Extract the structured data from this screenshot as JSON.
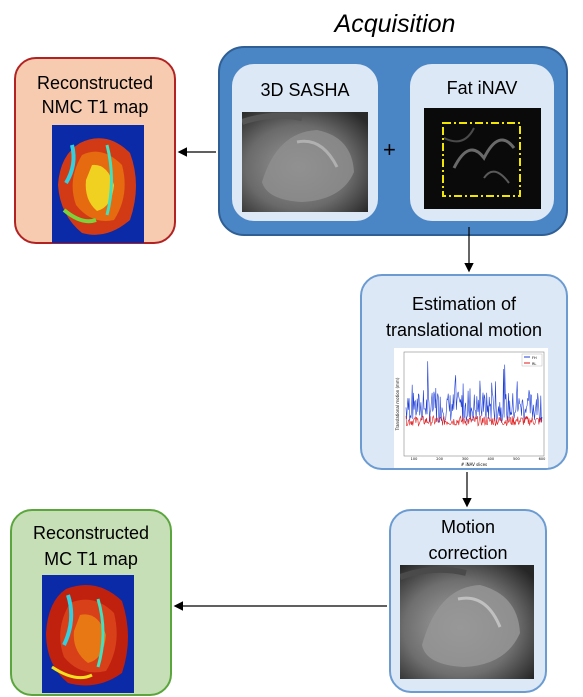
{
  "acquisition": {
    "title": "Acquisition"
  },
  "sasha": {
    "label": "3D SASHA"
  },
  "fat_inav": {
    "label": "Fat iNAV"
  },
  "plus": "+",
  "nmc": {
    "line1": "Reconstructed",
    "line2": "NMC T1 map"
  },
  "estimation": {
    "line1": "Estimation of",
    "line2": "translational motion"
  },
  "motion_correction": {
    "line1": "Motion",
    "line2": "correction"
  },
  "mc": {
    "line1": "Reconstructed",
    "line2": "MC T1 map"
  },
  "colors": {
    "acquisition_fill": "#4a86c5",
    "inner_fill": "#dce8f5",
    "nmc_fill": "#f7cbb0",
    "nmc_border": "#b22222",
    "mc_fill": "#c7dfb7",
    "mc_border": "#5aa63d",
    "card_border": "#6b9bd1",
    "fov_box": "#f2e600"
  },
  "chart_data": {
    "type": "line",
    "title": "",
    "xlabel": "# iNAV slices",
    "ylabel": "Translational motion (mm)",
    "xticks": [
      "100",
      "200",
      "300",
      "400",
      "500",
      "600"
    ],
    "ylim": [
      -8,
      8
    ],
    "legend": [
      "FH",
      "RL"
    ],
    "series": [
      {
        "name": "FH",
        "color": "#1f3fd6"
      },
      {
        "name": "RL",
        "color": "#e01a1a"
      }
    ]
  }
}
